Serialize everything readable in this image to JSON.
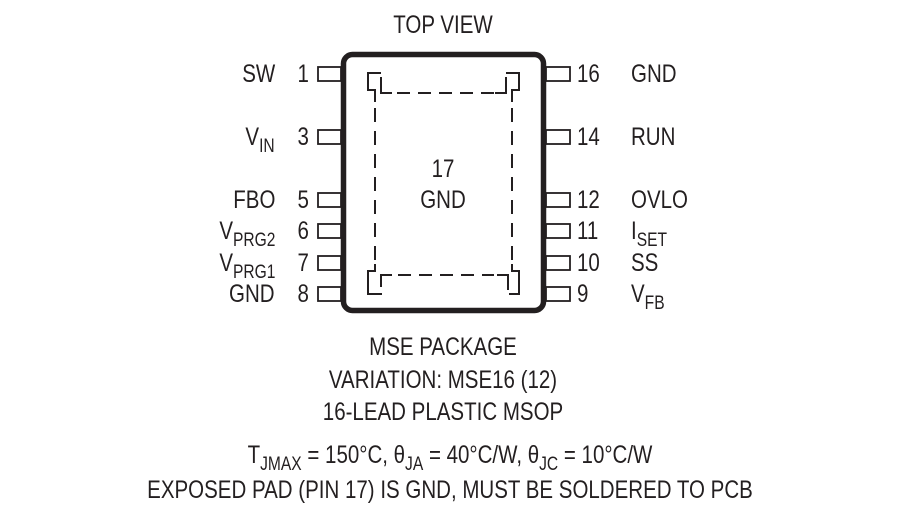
{
  "title": "TOP VIEW",
  "package_body": {
    "center_label_number": "17",
    "center_label_name": "GND"
  },
  "left_pins": [
    {
      "number": "1",
      "name": "SW",
      "sub": ""
    },
    {
      "number": "3",
      "name": "V",
      "sub": "IN"
    },
    {
      "number": "5",
      "name": "FBO",
      "sub": ""
    },
    {
      "number": "6",
      "name": "V",
      "sub": "PRG2"
    },
    {
      "number": "7",
      "name": "V",
      "sub": "PRG1"
    },
    {
      "number": "8",
      "name": "GND",
      "sub": ""
    }
  ],
  "right_pins": [
    {
      "number": "16",
      "name": "GND",
      "sub": ""
    },
    {
      "number": "14",
      "name": "RUN",
      "sub": ""
    },
    {
      "number": "12",
      "name": "OVLO",
      "sub": ""
    },
    {
      "number": "11",
      "name": "I",
      "sub": "SET"
    },
    {
      "number": "10",
      "name": "SS",
      "sub": ""
    },
    {
      "number": "9",
      "name": "V",
      "sub": "FB"
    }
  ],
  "caption": {
    "line1": "MSE PACKAGE",
    "line2": "VARIATION: MSE16 (12)",
    "line3": "16-LEAD PLASTIC MSOP"
  },
  "thermal": {
    "tj_symbol": "T",
    "tj_sub": "JMAX",
    "tj_value": " = 150°C, ",
    "theta_ja_symbol": "θ",
    "theta_ja_sub": "JA",
    "theta_ja_value": " = 40°C/W, ",
    "theta_jc_symbol": "θ",
    "theta_jc_sub": "JC",
    "theta_jc_value": " = 10°C/W"
  },
  "note": "EXPOSED PAD (PIN 17) IS GND, MUST BE SOLDERED TO PCB",
  "colors": {
    "ink": "#231f20",
    "background": "#ffffff"
  }
}
